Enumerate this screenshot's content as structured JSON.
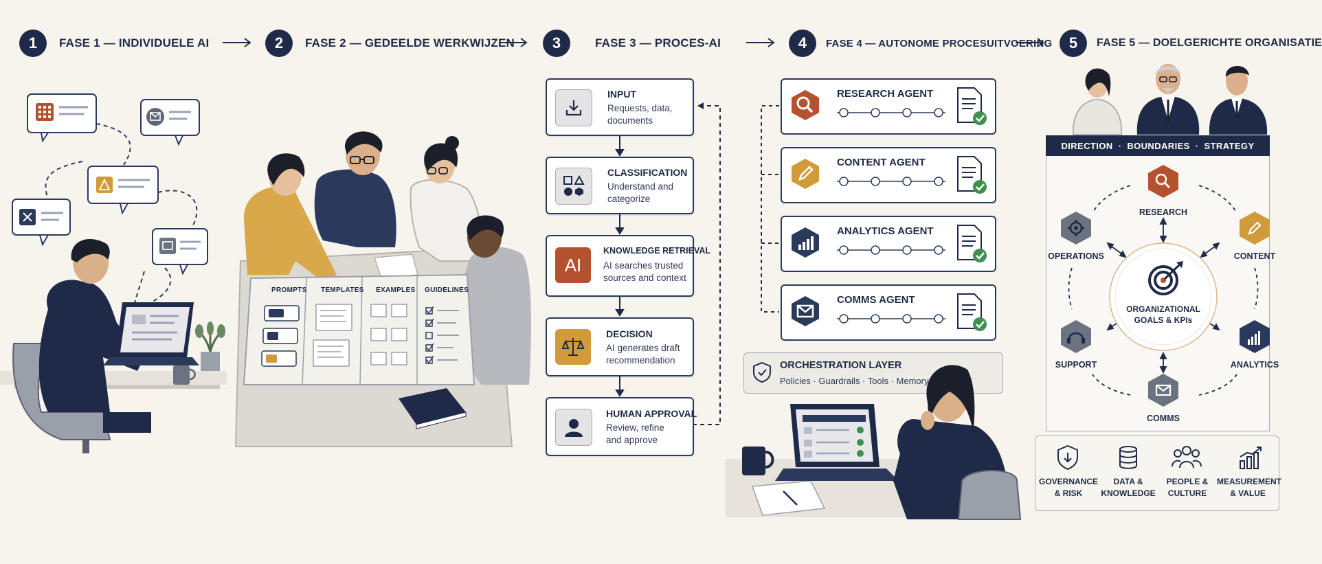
{
  "phases": [
    {
      "num": "1",
      "title": "FASE 1 — INDIVIDUELE AI"
    },
    {
      "num": "2",
      "title": "FASE 2 — GEDEELDE WERKWIJZEN"
    },
    {
      "num": "3",
      "title": "FASE 3 — PROCES-AI"
    },
    {
      "num": "4",
      "title": "FASE 4 — AUTONOME PROCESUITVOERING"
    },
    {
      "num": "5",
      "title": "FASE 5 — DOELGERICHTE ORGANISATIE"
    }
  ],
  "phase2": {
    "board_columns": [
      "PROMPTS",
      "TEMPLATES",
      "EXAMPLES",
      "GUIDELINES"
    ]
  },
  "phase3": {
    "steps": [
      {
        "title": "INPUT",
        "sub1": "Requests, data,",
        "sub2": "documents",
        "icon": "download-tray-icon"
      },
      {
        "title": "CLASSIFICATION",
        "sub1": "Understand and",
        "sub2": "categorize",
        "icon": "shapes-icon"
      },
      {
        "title": "KNOWLEDGE RETRIEVAL",
        "sub1": "AI searches trusted",
        "sub2": "sources and context",
        "badge": "AI",
        "icon": "ai-badge-icon"
      },
      {
        "title": "DECISION",
        "sub1": "AI generates draft",
        "sub2": "recommendation",
        "icon": "scales-icon"
      },
      {
        "title": "HUMAN APPROVAL",
        "sub1": "Review, refine",
        "sub2": "and approve",
        "icon": "person-icon"
      }
    ]
  },
  "phase4": {
    "agents": [
      {
        "name": "RESEARCH AGENT",
        "icon": "magnifier-icon",
        "color": "#b4512f"
      },
      {
        "name": "CONTENT AGENT",
        "icon": "pencil-icon",
        "color": "#d19a3a"
      },
      {
        "name": "ANALYTICS AGENT",
        "icon": "bar-chart-icon",
        "color": "#2b3a5c"
      },
      {
        "name": "COMMS AGENT",
        "icon": "envelope-icon",
        "color": "#2b3a5c"
      }
    ],
    "orchestration": {
      "title": "ORCHESTRATION LAYER",
      "sub": "Policies · Guardrails · Tools · Memory"
    }
  },
  "phase5": {
    "banner": "DIRECTION  ·  BOUNDARIES  ·  STRATEGY",
    "center": {
      "line1": "ORGANIZATIONAL",
      "line2": "GOALS & KPIs"
    },
    "nodes": [
      {
        "label": "RESEARCH",
        "icon": "magnifier-icon",
        "color": "#b4512f"
      },
      {
        "label": "CONTENT",
        "icon": "pencil-icon",
        "color": "#d19a3a"
      },
      {
        "label": "ANALYTICS",
        "icon": "bar-chart-icon",
        "color": "#2b3a5c"
      },
      {
        "label": "COMMS",
        "icon": "envelope-icon",
        "color": "#6b7280"
      },
      {
        "label": "SUPPORT",
        "icon": "headset-icon",
        "color": "#6b7280"
      },
      {
        "label": "OPERATIONS",
        "icon": "gear-icon",
        "color": "#6b7280"
      }
    ],
    "pillars": [
      {
        "line1": "GOVERNANCE",
        "line2": "& RISK",
        "icon": "shield-icon"
      },
      {
        "line1": "DATA &",
        "line2": "KNOWLEDGE",
        "icon": "database-icon"
      },
      {
        "line1": "PEOPLE &",
        "line2": "CULTURE",
        "icon": "people-icon"
      },
      {
        "line1": "MEASUREMENT",
        "line2": "& VALUE",
        "icon": "growth-chart-icon"
      }
    ]
  },
  "colors": {
    "navy": "#1e2a47",
    "rust": "#b4512f",
    "ochre": "#d19a3a",
    "green": "#3f8f4f",
    "background": "#f7f4ee"
  }
}
